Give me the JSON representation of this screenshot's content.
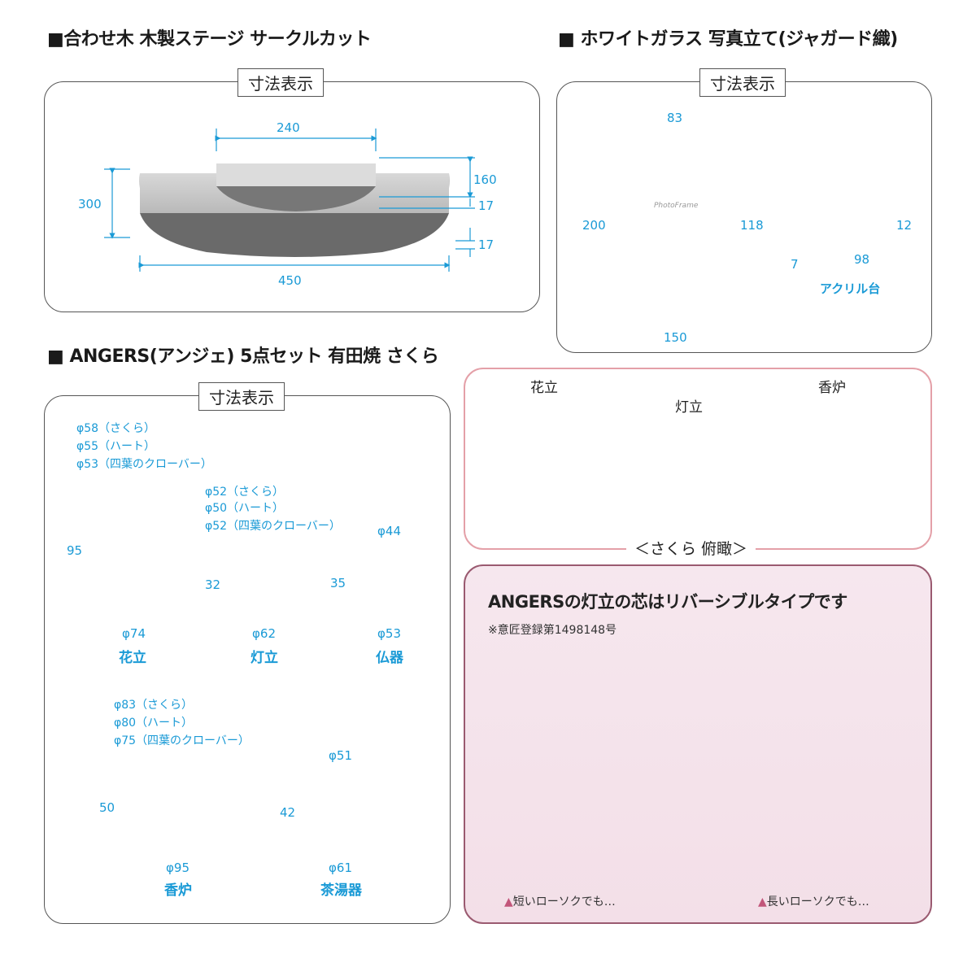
{
  "sections": {
    "stage": {
      "heading": "■合わせ木 木製ステージ サークルカット",
      "tag": "寸法表示",
      "dims": {
        "width_top": "240",
        "height_top": "160",
        "thick_top": "17",
        "depth": "300",
        "thick_bottom": "17",
        "width_bottom": "450"
      }
    },
    "frame": {
      "heading": "■ ホワイトガラス 写真立て(ジャガード織)",
      "tag": "寸法表示",
      "dims": {
        "photo_w": "83",
        "total_h": "200",
        "photo_h": "118",
        "total_w": "150",
        "stand_h": "12",
        "stand_d": "7",
        "stand_l": "98"
      },
      "stand_label": "アクリル台",
      "frame_text": "PhotoFrame"
    },
    "angers": {
      "heading": "■ ANGERS(アンジェ) 5点セット 有田焼 さくら",
      "tag": "寸法表示",
      "vase": {
        "top_lines": [
          "φ58（さくら）",
          "φ55（ハート）",
          "φ53（四葉のクローバー）"
        ],
        "height": "95",
        "bottom": "φ74",
        "name": "花立"
      },
      "candle": {
        "top_lines": [
          "φ52（さくら）",
          "φ50（ハート）",
          "φ52（四葉のクローバー）"
        ],
        "height": "32",
        "bottom": "φ62",
        "name": "灯立"
      },
      "cup": {
        "top": "φ44",
        "height": "35",
        "bottom": "φ53",
        "name": "仏器"
      },
      "censer": {
        "top_lines": [
          "φ83（さくら）",
          "φ80（ハート）",
          "φ75（四葉のクローバー）"
        ],
        "height": "50",
        "bottom": "φ95",
        "name": "香炉"
      },
      "tea": {
        "top": "φ51",
        "height": "42",
        "bottom": "φ61",
        "name": "茶湯器"
      }
    },
    "topview": {
      "labels": [
        "花立",
        "灯立",
        "香炉"
      ],
      "caption": "＜さくら 俯瞰＞"
    },
    "reversible": {
      "title": "ANGERSの灯立の芯はリバーシブルタイプです",
      "note": "※意匠登録第1498148号",
      "short": "短いローソクでも…",
      "long": "長いローソクでも…",
      "marker": "▲"
    }
  },
  "colors": {
    "dimension": "#1a9ad6",
    "gold": "#c8952e",
    "pink_border": "#e4a0a8"
  }
}
